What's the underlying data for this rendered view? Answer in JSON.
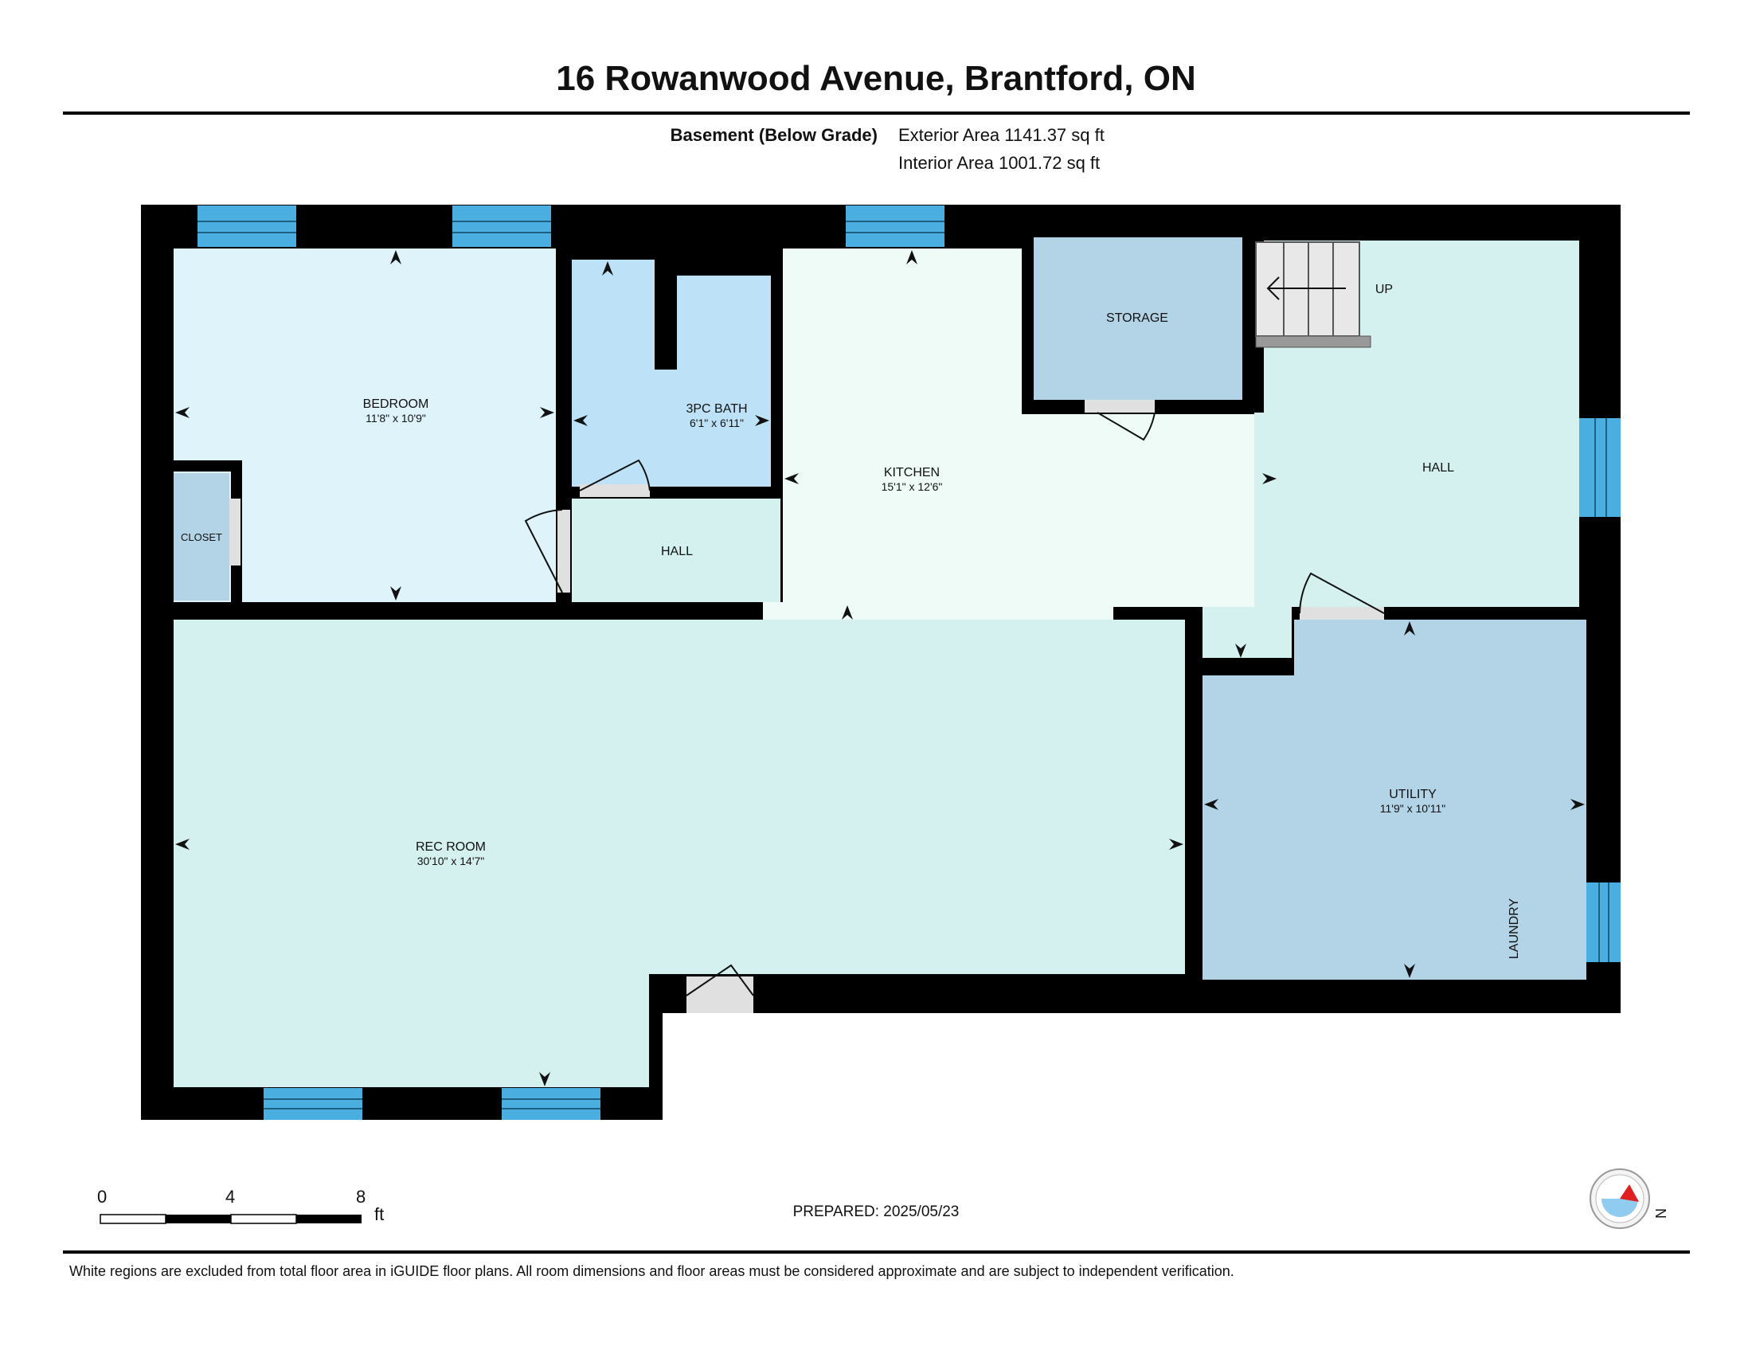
{
  "header": {
    "title": "16 Rowanwood Avenue, Brantford, ON"
  },
  "area": {
    "level": "Basement (Below Grade)",
    "exterior": "Exterior Area 1141.37 sq ft",
    "interior": "Interior Area 1001.72 sq ft"
  },
  "rooms": {
    "bedroom": {
      "name": "BEDROOM",
      "dims": "11'8\" x 10'9\""
    },
    "bath": {
      "name": "3PC BATH",
      "dims": "6'1\" x 6'11\""
    },
    "kitchen": {
      "name": "KITCHEN",
      "dims": "15'1\" x 12'6\""
    },
    "storage": {
      "name": "STORAGE"
    },
    "hall_right": {
      "name": "HALL"
    },
    "hall_small": {
      "name": "HALL"
    },
    "closet": {
      "name": "CLOSET"
    },
    "rec_room": {
      "name": "REC ROOM",
      "dims": "30'10\" x 14'7\""
    },
    "utility": {
      "name": "UTILITY",
      "dims": "11'9\" x 10'11\""
    },
    "laundry": {
      "name": "LAUNDRY"
    },
    "stairs": {
      "label": "UP"
    }
  },
  "scale": {
    "ticks": [
      "0",
      "4",
      "8"
    ],
    "unit": "ft"
  },
  "prepared": "PREPARED: 2025/05/23",
  "compass": {
    "label": "N"
  },
  "disclaimer": "White regions are excluded from total floor area in iGUIDE floor plans. All room dimensions and floor areas must be considered approximate and are subject to independent verification.",
  "colors": {
    "wall": "#000000",
    "window": "#4aaee0",
    "bedroom": "#dff3fb",
    "bath": "#bde2f7",
    "kitchen": "#eefbf6",
    "hall": "#d5f1ef",
    "storage": "#b3d3e6",
    "utility": "#b3d3e6",
    "rec_room": "#d5f1ef",
    "door": "#e0e0e0"
  }
}
